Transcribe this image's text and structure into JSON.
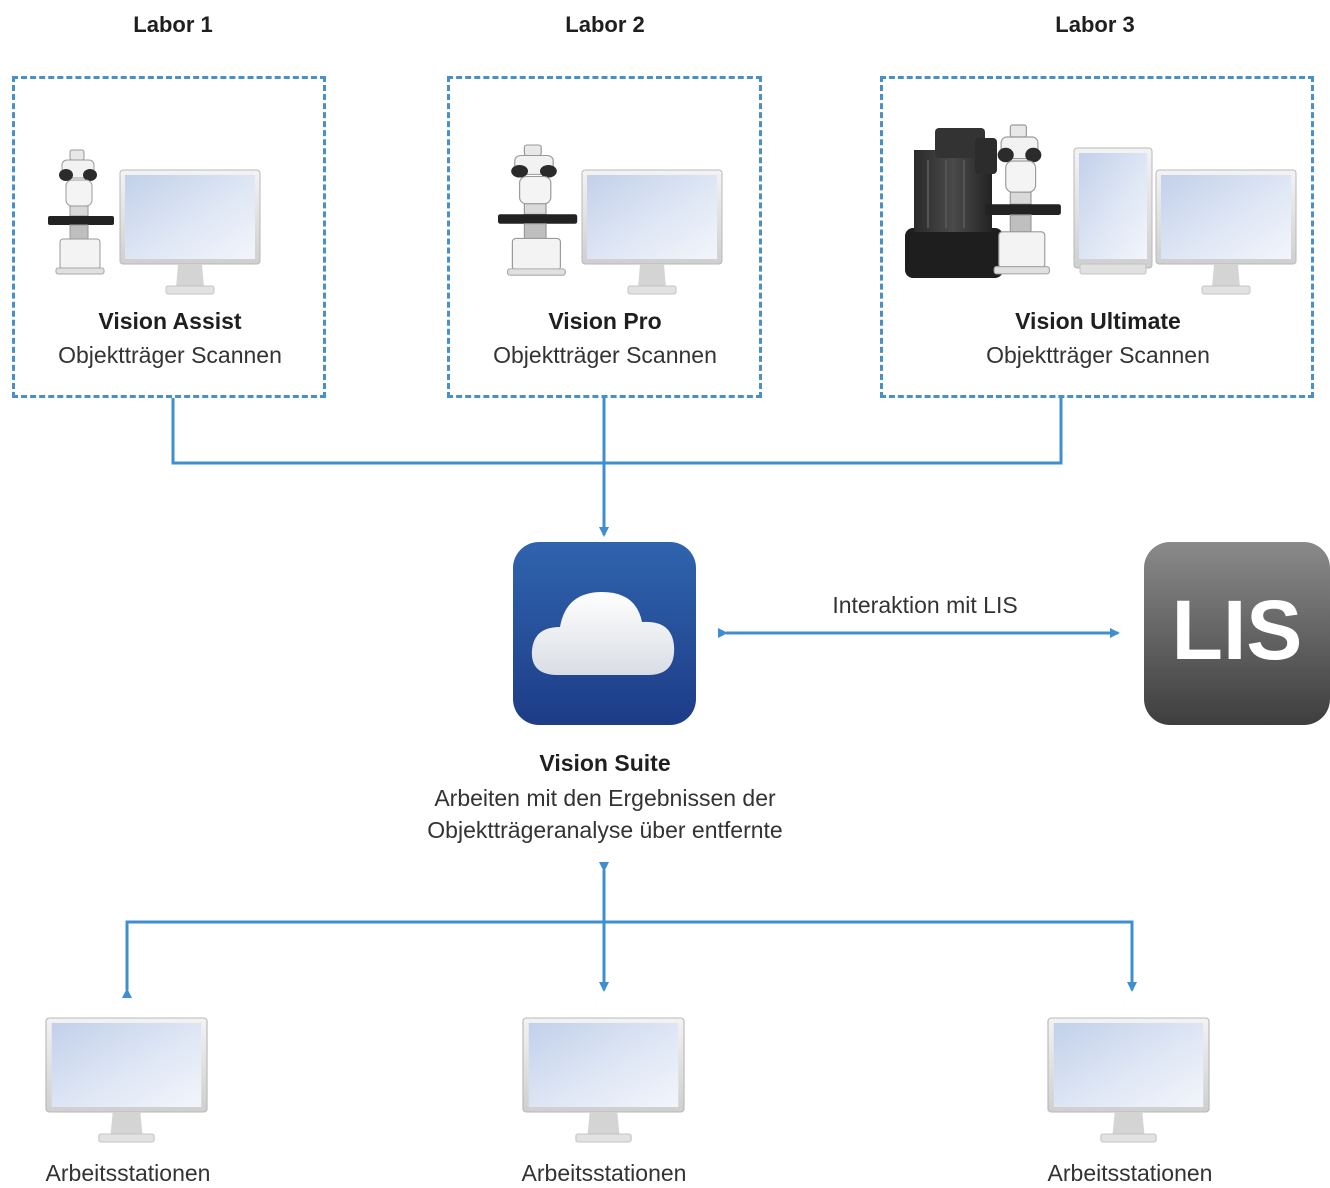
{
  "labs": [
    {
      "title": "Labor 1",
      "product": "Vision Assist",
      "subtitle": "Objektträger Scannen"
    },
    {
      "title": "Labor 2",
      "product": "Vision Pro",
      "subtitle": "Objektträger Scannen"
    },
    {
      "title": "Labor 3",
      "product": "Vision Ultimate",
      "subtitle": "Objektträger Scannen"
    }
  ],
  "suite": {
    "name": "Vision Suite",
    "description_line1": "Arbeiten mit den Ergebnissen der",
    "description_line2": "Objektträgeranalyse über entfernte"
  },
  "lis": {
    "label": "LIS",
    "interaction": "Interaktion mit LIS"
  },
  "workstations": [
    {
      "label": "Arbeitsstationen"
    },
    {
      "label": "Arbeitsstationen"
    },
    {
      "label": "Arbeitsstationen"
    }
  ],
  "colors": {
    "connector": "#3f8fd0",
    "box_border": "#4a90c8",
    "suite_icon_top": "#2f64ad",
    "suite_icon_bottom": "#1e3c88",
    "lis_icon_top": "#8a8a8a",
    "lis_icon_bottom": "#3e3e3e"
  },
  "icons": {
    "suite": "cloud-icon",
    "device": "microscope-icon",
    "screen": "monitor-icon"
  }
}
